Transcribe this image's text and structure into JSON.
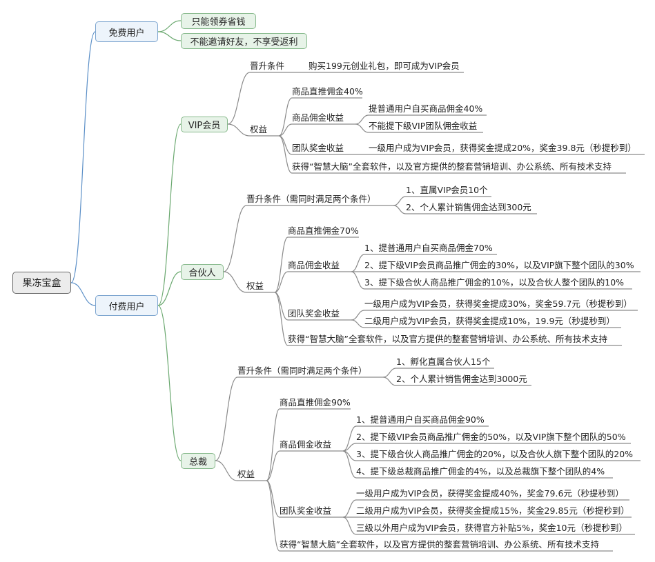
{
  "root": "果冻宝盒",
  "free": {
    "label": "免费用户",
    "items": [
      "只能领券省钱",
      "不能邀请好友，不享受返利"
    ]
  },
  "paid": {
    "label": "付费用户",
    "vip": {
      "label": "VIP会员",
      "promo_label": "晋升条件",
      "promo_text": "购买199元创业礼包，即可成为VIP会员",
      "benefits_label": "权益",
      "direct": "商品直推佣金40%",
      "commission_label": "商品佣金收益",
      "commission_items": [
        "提普通用户自买商品佣金40%",
        "不能提下级VIP团队佣金收益"
      ],
      "team_label": "团队奖金收益",
      "team_text": "一级用户成为VIP会员，获得奖金提成20%，奖金39.8元（秒提秒到）",
      "software": "获得“智慧大脑”全套软件，以及官方提供的整套营销培训、办公系统、所有技术支持"
    },
    "partner": {
      "label": "合伙人",
      "promo_label": "晋升条件（需同时满足两个条件）",
      "promo_items": [
        "1、直属VIP会员10个",
        "2、个人累计销售佣金达到300元"
      ],
      "benefits_label": "权益",
      "direct": "商品直推佣金70%",
      "commission_label": "商品佣金收益",
      "commission_items": [
        "1、提普通用户自买商品佣金70%",
        "2、提下级VIP会员商品推广佣金的30%，以及VIP旗下整个团队的30%",
        "3、提下级合伙人商品推广佣金的10%，以及合伙人整个团队的10%"
      ],
      "team_label": "团队奖金收益",
      "team_items": [
        "一级用户成为VIP会员，获得奖金提成30%，奖金59.7元（秒提秒到）",
        "二级用户成为VIP会员，获得奖金提成10%，19.9元（秒提秒到）"
      ],
      "software": "获得“智慧大脑”全套软件，以及官方提供的整套营销培训、办公系统、所有技术支持"
    },
    "president": {
      "label": "总裁",
      "promo_label": "晋升条件（需同时满足两个条件）",
      "promo_items": [
        "1、孵化直属合伙人15个",
        "2、个人累计销售佣金达到3000元"
      ],
      "benefits_label": "权益",
      "direct": "商品直推佣金90%",
      "commission_label": "商品佣金收益",
      "commission_items": [
        "1、提普通用户自买商品佣金90%",
        "2、提下级VIP会员商品推广佣金的50%，以及VIP旗下整个团队的50%",
        "3、提下级合伙人商品推广佣金的20%，以及合伙人旗下整个团队的20%",
        "4、提下级总裁商品推广佣金的4%，以及总裁旗下整个团队的4%"
      ],
      "team_label": "团队奖金收益",
      "team_items": [
        "一级用户成为VIP会员，获得奖金提成40%，奖金79.6元（秒提秒到）",
        "二级用户成为VIP会员，获得奖金提成15%，奖金29.85元（秒提秒到）",
        "三级以外用户成为VIP会员，获得官方补贴5%，奖金10元（秒提秒到）"
      ],
      "software": "获得“智慧大脑”全套软件，以及官方提供的整套营销培训、办公系统、所有技术支持"
    }
  }
}
